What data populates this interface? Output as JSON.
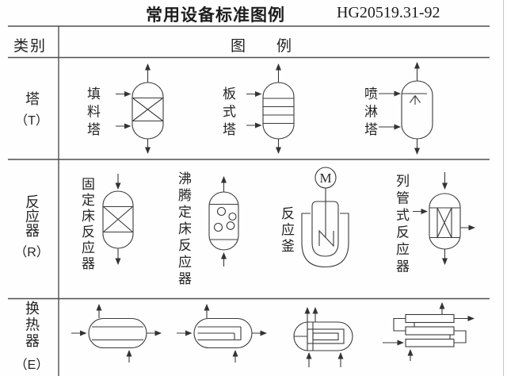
{
  "title": {
    "text": "常用设备标准图例",
    "standard_code": "HG20519.31-92"
  },
  "header": {
    "category_label": "类别",
    "legend_label": "图例"
  },
  "categories": {
    "tower": {
      "name": "塔",
      "code": "（T）"
    },
    "reactor": {
      "name": "反应器",
      "code": "（R）"
    },
    "heat_exchanger": {
      "name": "换热器",
      "code": "（E）"
    }
  },
  "equipment_labels": {
    "packed_tower": "填料塔",
    "plate_tower": "板式塔",
    "spray_tower": "喷淋塔",
    "fixed_bed_reactor": "固定床反应器",
    "fluidized_bed_reactor": "沸腾定床反应器",
    "reaction_kettle": "反应釜",
    "tubular_reactor": "列管式反应器"
  },
  "symbols": {
    "motor_label": "M"
  },
  "colors": {
    "ink": "#3a3a3a",
    "rule": "#4f4f4f",
    "faint_border": "#c8c8c8"
  }
}
